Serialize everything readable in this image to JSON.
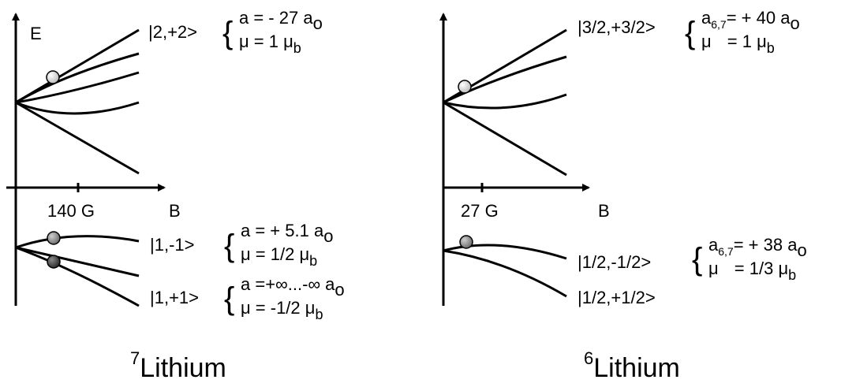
{
  "left": {
    "energy_label": "E",
    "field_label": "B",
    "tick_label": "140 G",
    "title_sup": "7",
    "title": "Lithium",
    "states": [
      {
        "ket": "|2,+2>",
        "a_pre": "a = - 27 a",
        "a_sub": "o",
        "mu_pre": "μ = 1 μ",
        "mu_sub": "b"
      },
      {
        "ket": "|1,-1>",
        "a_pre": "a = + 5.1 a",
        "a_sub": "o",
        "mu_pre": "μ = 1/2 μ",
        "mu_sub": "b"
      },
      {
        "ket": "|1,+1>",
        "a_pre": "a =+∞...-∞ a",
        "a_sub": "o",
        "mu_pre": "μ = -1/2 μ",
        "mu_sub": "b"
      }
    ]
  },
  "right": {
    "field_label": "B",
    "tick_label": "27 G",
    "title_sup": "6",
    "title": "Lithium",
    "states": [
      {
        "ket": "|3/2,+3/2>",
        "a_pre": "a",
        "a_sub67": "6,7",
        "a_post": "=  + 40 a",
        "a_sub": "o",
        "mu_pre": "μ",
        "mu_mid": " = 1 μ",
        "mu_sub": "b"
      },
      {
        "ket": "|1/2,-1/2>",
        "a_pre": "a",
        "a_sub67": "6,7",
        "a_post": "= + 38 a",
        "a_sub": "o",
        "mu_pre": "μ",
        "mu_mid": " = 1/3 μ",
        "mu_sub": "b"
      },
      {
        "ket": "|1/2,+1/2>"
      }
    ]
  },
  "colors": {
    "ball_light": "#d9d9d9",
    "ball_mid": "#9a9a9a",
    "ball_dark": "#505050"
  }
}
